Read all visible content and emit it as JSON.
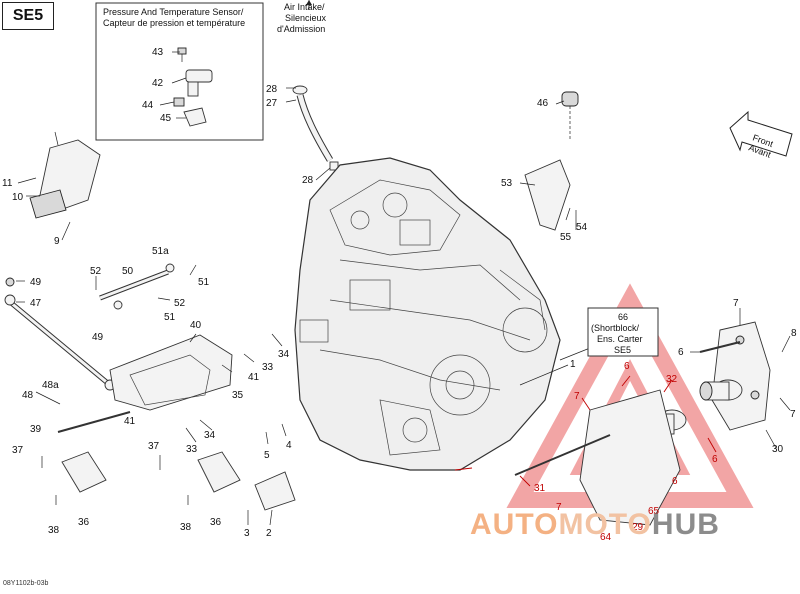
{
  "sheet_title": "SE5",
  "doc_ref": "08Y1102b-03b",
  "sensor_box": {
    "line1": "Pressure And Temperature Sensor/",
    "line2": "Capteur de pression et température",
    "parts": [
      "43",
      "42",
      "44",
      "45"
    ]
  },
  "air_intake": {
    "line1": "Air Intake/",
    "line2": "Silencieux",
    "line3": "d'Admission"
  },
  "front_arrow": {
    "line1": "Front",
    "line2": "Avant"
  },
  "shortblock_box": {
    "line1": "66",
    "line2": "(Shortblock/",
    "line3": "Ens. Carter",
    "line4": "SE5"
  },
  "watermark": {
    "part1": "AUTO",
    "part2": "MOTO",
    "part3": "HUB"
  },
  "colors": {
    "ink": "#111111",
    "callout_red": "#c00000",
    "watermark_red": "#e85c5c",
    "watermark_orange": "#f4b183",
    "watermark_grey": "#8c8c8c"
  },
  "callouts": [
    {
      "id": "43"
    },
    {
      "id": "42"
    },
    {
      "id": "44"
    },
    {
      "id": "45"
    },
    {
      "id": "28"
    },
    {
      "id": "27"
    },
    {
      "id": "28"
    },
    {
      "id": "46"
    },
    {
      "id": "53"
    },
    {
      "id": "54"
    },
    {
      "id": "55"
    },
    {
      "id": "11"
    },
    {
      "id": "10"
    },
    {
      "id": "9"
    },
    {
      "id": "49"
    },
    {
      "id": "47"
    },
    {
      "id": "48a"
    },
    {
      "id": "48"
    },
    {
      "id": "52"
    },
    {
      "id": "50"
    },
    {
      "id": "51a"
    },
    {
      "id": "51"
    },
    {
      "id": "52"
    },
    {
      "id": "51"
    },
    {
      "id": "49"
    },
    {
      "id": "40"
    },
    {
      "id": "33"
    },
    {
      "id": "34"
    },
    {
      "id": "41"
    },
    {
      "id": "35"
    },
    {
      "id": "39"
    },
    {
      "id": "41"
    },
    {
      "id": "34"
    },
    {
      "id": "33"
    },
    {
      "id": "37"
    },
    {
      "id": "38"
    },
    {
      "id": "36"
    },
    {
      "id": "37"
    },
    {
      "id": "38"
    },
    {
      "id": "36"
    },
    {
      "id": "5"
    },
    {
      "id": "4"
    },
    {
      "id": "3"
    },
    {
      "id": "2"
    },
    {
      "id": "1"
    },
    {
      "id": "7"
    },
    {
      "id": "8"
    },
    {
      "id": "6"
    },
    {
      "id": "7"
    },
    {
      "id": "30"
    },
    {
      "id": "6"
    },
    {
      "id": "32"
    },
    {
      "id": "7"
    },
    {
      "id": "6"
    },
    {
      "id": "6"
    },
    {
      "id": "31"
    },
    {
      "id": "7"
    },
    {
      "id": "65"
    },
    {
      "id": "29"
    },
    {
      "id": "64"
    }
  ]
}
